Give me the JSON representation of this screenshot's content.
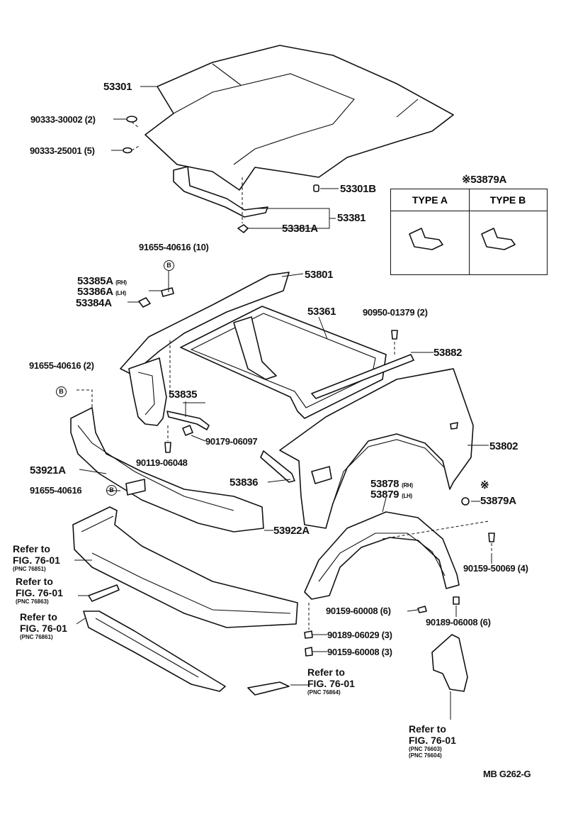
{
  "parts": {
    "p53301": "53301",
    "p90333_30002": "90333-30002 (2)",
    "p90333_25001": "90333-25001 (5)",
    "p53301B": "53301B",
    "p53381": "53381",
    "p53381A": "53381A",
    "p91655_10": "91655-40616 (10)",
    "p53385A": "53385A",
    "p53385A_side": "(RH)",
    "p53386A": "53386A",
    "p53386A_side": "(LH)",
    "p53384A": "53384A",
    "p53801": "53801",
    "p53361": "53361",
    "p90950": "90950-01379 (2)",
    "p53882": "53882",
    "p91655_2": "91655-40616 (2)",
    "p53835": "53835",
    "p90179": "90179-06097",
    "p90119": "90119-06048",
    "p53802": "53802",
    "p53921A": "53921A",
    "p53836": "53836",
    "p53878": "53878",
    "p53878_side": "(RH)",
    "p53879": "53879",
    "p53879_side": "(LH)",
    "p91655_single": "91655-40616",
    "p53879A": "53879A",
    "p53922A": "53922A",
    "p90159_50069": "90159-50069 (4)",
    "p90159_60008_6": "90159-60008 (6)",
    "p90189_06008": "90189-06008 (6)",
    "p90189_06029": "90189-06029 (3)",
    "p90159_60008_3": "90159-60008 (3)"
  },
  "refs": {
    "r1": {
      "line1": "Refer to",
      "line2": "FIG. 76-01",
      "pnc": "(PNC 76851)"
    },
    "r2": {
      "line1": "Refer to",
      "line2": "FIG. 76-01",
      "pnc": "(PNC 76863)"
    },
    "r3": {
      "line1": "Refer to",
      "line2": "FIG. 76-01",
      "pnc": "(PNC 76861)"
    },
    "r4": {
      "line1": "Refer to",
      "line2": "FIG. 76-01",
      "pnc": "(PNC 76864)"
    },
    "r5": {
      "line1": "Refer to",
      "line2": "FIG. 76-01",
      "pnc": "(PNC 76603)",
      "pnc2": "(PNC 76604)"
    }
  },
  "typebox": {
    "title": "※53879A",
    "type_a": "TYPE  A",
    "type_b": "TYPE  B"
  },
  "markers": {
    "b_symbol": "B",
    "asterisk": "※"
  },
  "footer": "MB  G262-G"
}
